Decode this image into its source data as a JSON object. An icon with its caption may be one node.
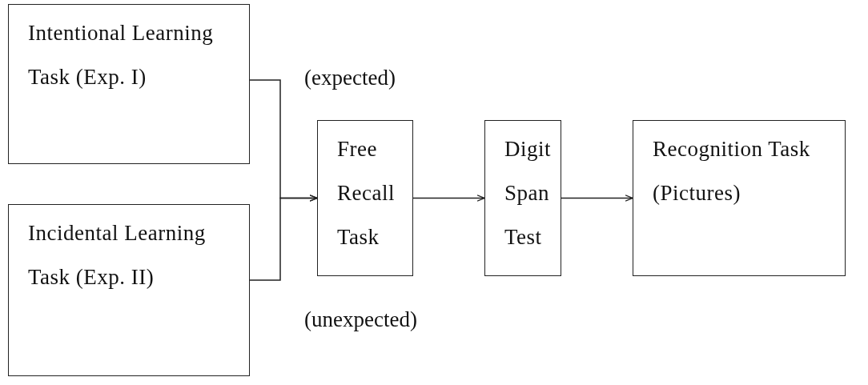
{
  "diagram": {
    "nodes": [
      {
        "text": [
          "Intentional Learning Task (Exp. I)"
        ]
      },
      {
        "text": [
          "Incidental Learning Task (Exp. II)"
        ]
      },
      {
        "text": [
          "Free Recall Task"
        ]
      },
      {
        "text": [
          "Digit Span Test"
        ]
      },
      {
        "text": [
          "Recognition Task (Pictures)"
        ]
      }
    ],
    "edges": [
      {
        "from": 0,
        "to": 2,
        "arrow": "to",
        "label": "(expected)"
      },
      {
        "from": 1,
        "to": 2,
        "arrow": "to",
        "label": "(unexpected)"
      },
      {
        "from": 2,
        "to": 3,
        "arrow": "to"
      },
      {
        "from": 3,
        "to": 4,
        "arrow": "to"
      }
    ]
  }
}
